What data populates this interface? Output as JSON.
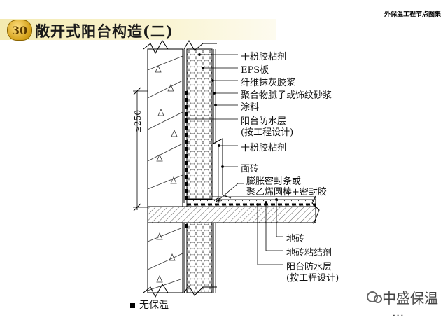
{
  "header": {
    "number": "30",
    "title": "敞开式阳台构造(二)",
    "top_right": "外保温工程节点图集"
  },
  "labels": {
    "l1": "干粉胶粘剂",
    "l2": "EPS板",
    "l3": "纤维抹灰胶浆",
    "l4": "聚合物腻子或饰纹砂浆",
    "l5": "涂料",
    "l6a": "阳台防水层",
    "l6b": "(按工程设计)",
    "l7": "干粉胶粘剂",
    "l8": "面砖",
    "l9a": "膨胀密封条或",
    "l9b": "聚乙烯圆棒+密封胶",
    "l10": "地砖",
    "l11": "地砖粘结剂",
    "l12a": "阳台防水层",
    "l12b": "(按工程设计)",
    "dim": "≥250"
  },
  "legend": {
    "text": "无保温"
  },
  "watermark": {
    "line1": "中盛保温",
    "line2": "..."
  },
  "colors": {
    "header_bg": "#f3eab2",
    "badge": "#d4a017",
    "line": "#000000"
  }
}
